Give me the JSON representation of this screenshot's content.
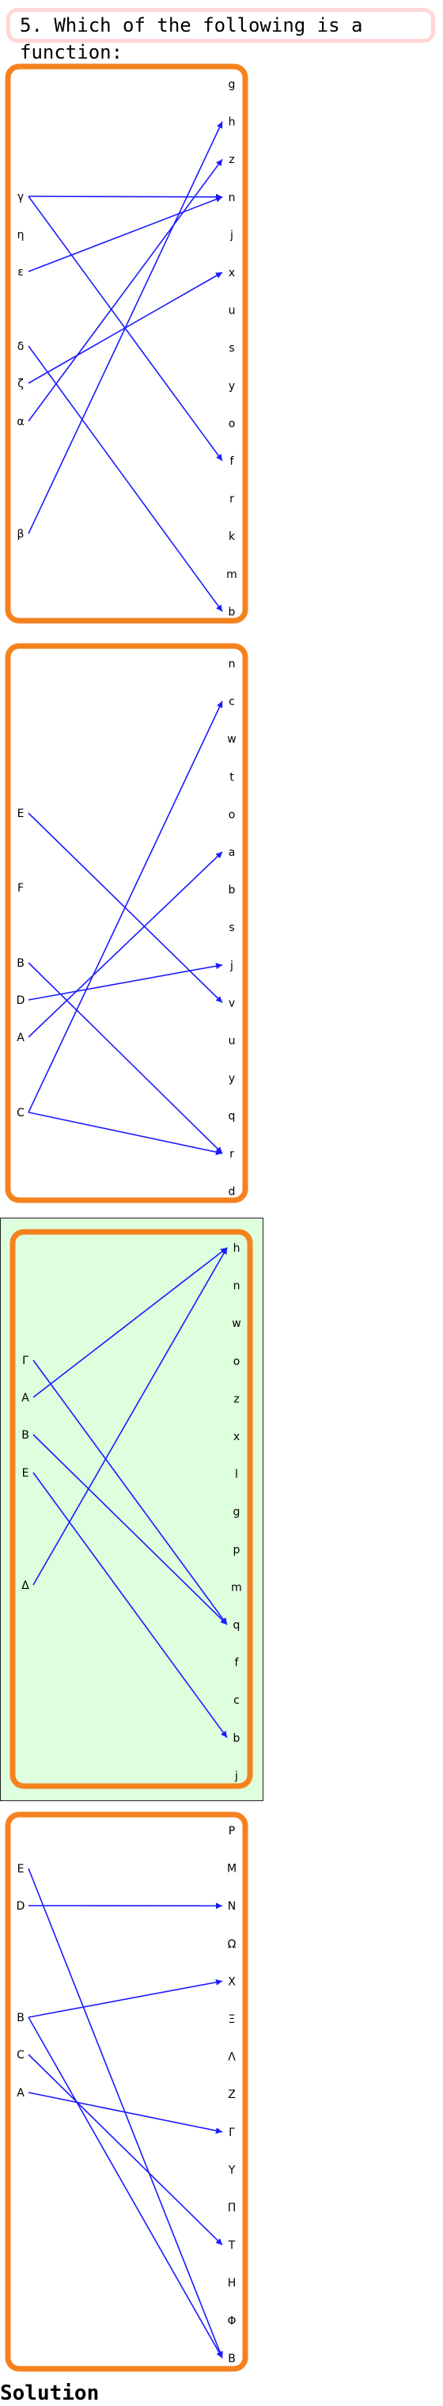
{
  "question": "5. Which of the following is a function:",
  "solution_label": "Solution",
  "colors": {
    "frame": "#f5821f",
    "arrow": "#1a1aff",
    "highlight": "#ddffdd",
    "question_border": "#ffd6d6"
  },
  "diagrams": [
    {
      "domain": [
        "γ",
        "η",
        "ε",
        "δ",
        "ζ",
        "α",
        "β"
      ],
      "codomain": [
        "g",
        "h",
        "z",
        "n",
        "j",
        "x",
        "u",
        "s",
        "y",
        "o",
        "f",
        "r",
        "k",
        "m",
        "b"
      ],
      "mappings": [
        [
          "γ",
          "n"
        ],
        [
          "γ",
          "f"
        ],
        [
          "ε",
          "n"
        ],
        [
          "δ",
          "b"
        ],
        [
          "ζ",
          "x"
        ],
        [
          "α",
          "z"
        ],
        [
          "β",
          "h"
        ]
      ],
      "highlighted": false
    },
    {
      "domain": [
        "E",
        "F",
        "B",
        "D",
        "A",
        "C"
      ],
      "codomain": [
        "n",
        "c",
        "w",
        "t",
        "o",
        "a",
        "b",
        "s",
        "j",
        "v",
        "u",
        "y",
        "q",
        "r",
        "d"
      ],
      "mappings": [
        [
          "E",
          "v"
        ],
        [
          "B",
          "r"
        ],
        [
          "D",
          "j"
        ],
        [
          "A",
          "a"
        ],
        [
          "C",
          "c"
        ],
        [
          "C",
          "r"
        ]
      ],
      "highlighted": false
    },
    {
      "domain": [
        "Γ",
        "A",
        "B",
        "E",
        "Δ"
      ],
      "codomain": [
        "h",
        "n",
        "w",
        "o",
        "z",
        "x",
        "l",
        "g",
        "p",
        "m",
        "q",
        "f",
        "c",
        "b",
        "j"
      ],
      "mappings": [
        [
          "Γ",
          "q"
        ],
        [
          "A",
          "h"
        ],
        [
          "B",
          "q"
        ],
        [
          "E",
          "b"
        ],
        [
          "Δ",
          "h"
        ]
      ],
      "highlighted": true
    },
    {
      "domain": [
        "E",
        "D",
        "B",
        "C",
        "A"
      ],
      "codomain": [
        "P",
        "M",
        "N",
        "Ω",
        "X",
        "Ξ",
        "Λ",
        "Z",
        "Γ",
        "Υ",
        "Π",
        "T",
        "H",
        "Φ",
        "B"
      ],
      "mappings": [
        [
          "E",
          "B"
        ],
        [
          "D",
          "N"
        ],
        [
          "B",
          "X"
        ],
        [
          "B",
          "B"
        ],
        [
          "C",
          "T"
        ],
        [
          "A",
          "Γ"
        ]
      ],
      "highlighted": false
    }
  ]
}
